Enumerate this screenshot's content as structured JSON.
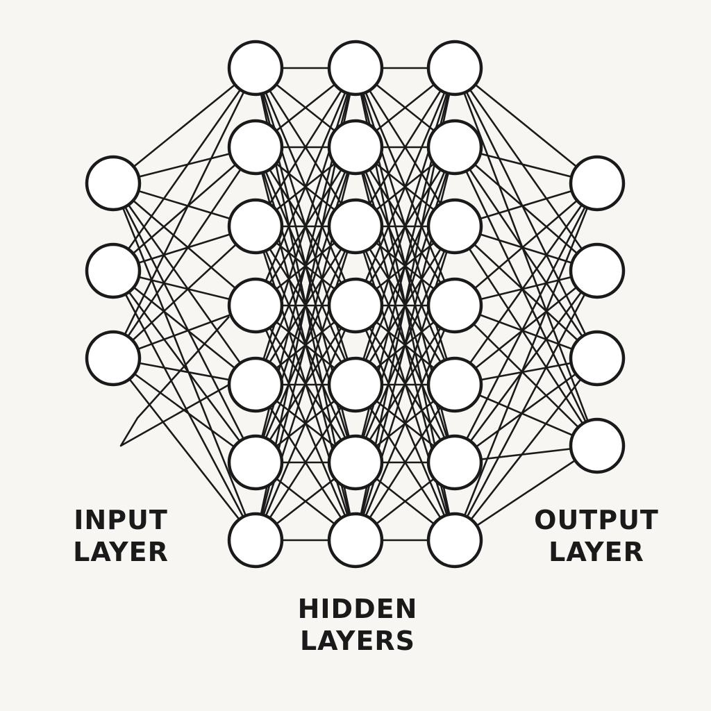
{
  "diagram": {
    "type": "feed-forward neural network",
    "layers": [
      {
        "name": "input",
        "neurons": 3
      },
      {
        "name": "hidden-1",
        "neurons": 7
      },
      {
        "name": "hidden-2",
        "neurons": 7
      },
      {
        "name": "hidden-3",
        "neurons": 7
      },
      {
        "name": "output",
        "neurons": 4
      }
    ],
    "labels": {
      "input": {
        "line1": "INPUT",
        "line2": "LAYER"
      },
      "hidden": {
        "line1": "HIDDEN",
        "line2": "LAYERS"
      },
      "output": {
        "line1": "OUTPUT",
        "line2": "LAYER"
      }
    }
  },
  "colors": {
    "background": "#f7f6f3",
    "stroke": "#1a1a1a",
    "node_fill": "#ffffff"
  }
}
